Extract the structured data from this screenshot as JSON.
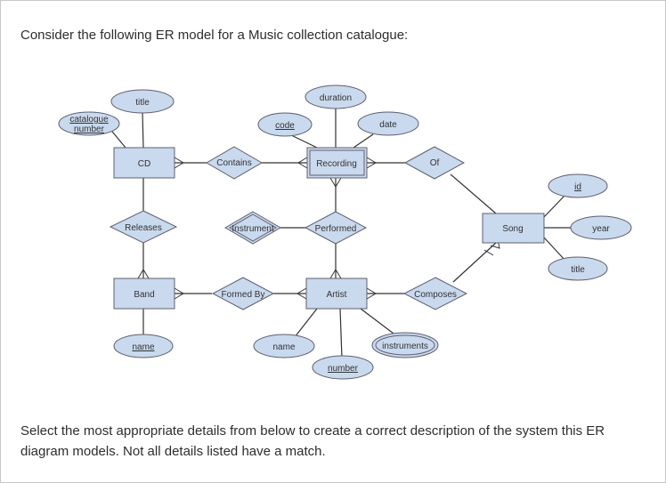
{
  "question": "Consider the following ER model for a Music collection catalogue:",
  "instructions": "Select the most appropriate details from below to create a correct description of the system this ER diagram models. Not all details listed have a match.",
  "colors": {
    "fill": "#c9d9ee",
    "stroke": "#5f5f6e",
    "line": "#333333"
  },
  "diagram": {
    "entities": [
      {
        "id": "cd",
        "label": "CD"
      },
      {
        "id": "band",
        "label": "Band"
      },
      {
        "id": "recording",
        "label": "Recording"
      },
      {
        "id": "artist",
        "label": "Artist"
      },
      {
        "id": "song",
        "label": "Song"
      }
    ],
    "relationships": [
      {
        "id": "contains",
        "label": "Contains"
      },
      {
        "id": "releases",
        "label": "Releases"
      },
      {
        "id": "instrument",
        "label": "Instrument"
      },
      {
        "id": "performed",
        "label": "Performed"
      },
      {
        "id": "formed-by",
        "label": "Formed By"
      },
      {
        "id": "of",
        "label": "Of"
      },
      {
        "id": "composes",
        "label": "Composes"
      }
    ],
    "attributes": [
      {
        "id": "cd-title",
        "label": "title"
      },
      {
        "id": "catalogue-number",
        "label_lines": [
          "catalogue",
          "number"
        ]
      },
      {
        "id": "code",
        "label": "code"
      },
      {
        "id": "duration",
        "label": "duration"
      },
      {
        "id": "date",
        "label": "date"
      },
      {
        "id": "song-id",
        "label": "id"
      },
      {
        "id": "year",
        "label": "year"
      },
      {
        "id": "song-title",
        "label": "title"
      },
      {
        "id": "band-name",
        "label": "name"
      },
      {
        "id": "artist-name",
        "label": "name"
      },
      {
        "id": "number",
        "label": "number"
      },
      {
        "id": "instruments",
        "label": "instruments"
      }
    ]
  }
}
